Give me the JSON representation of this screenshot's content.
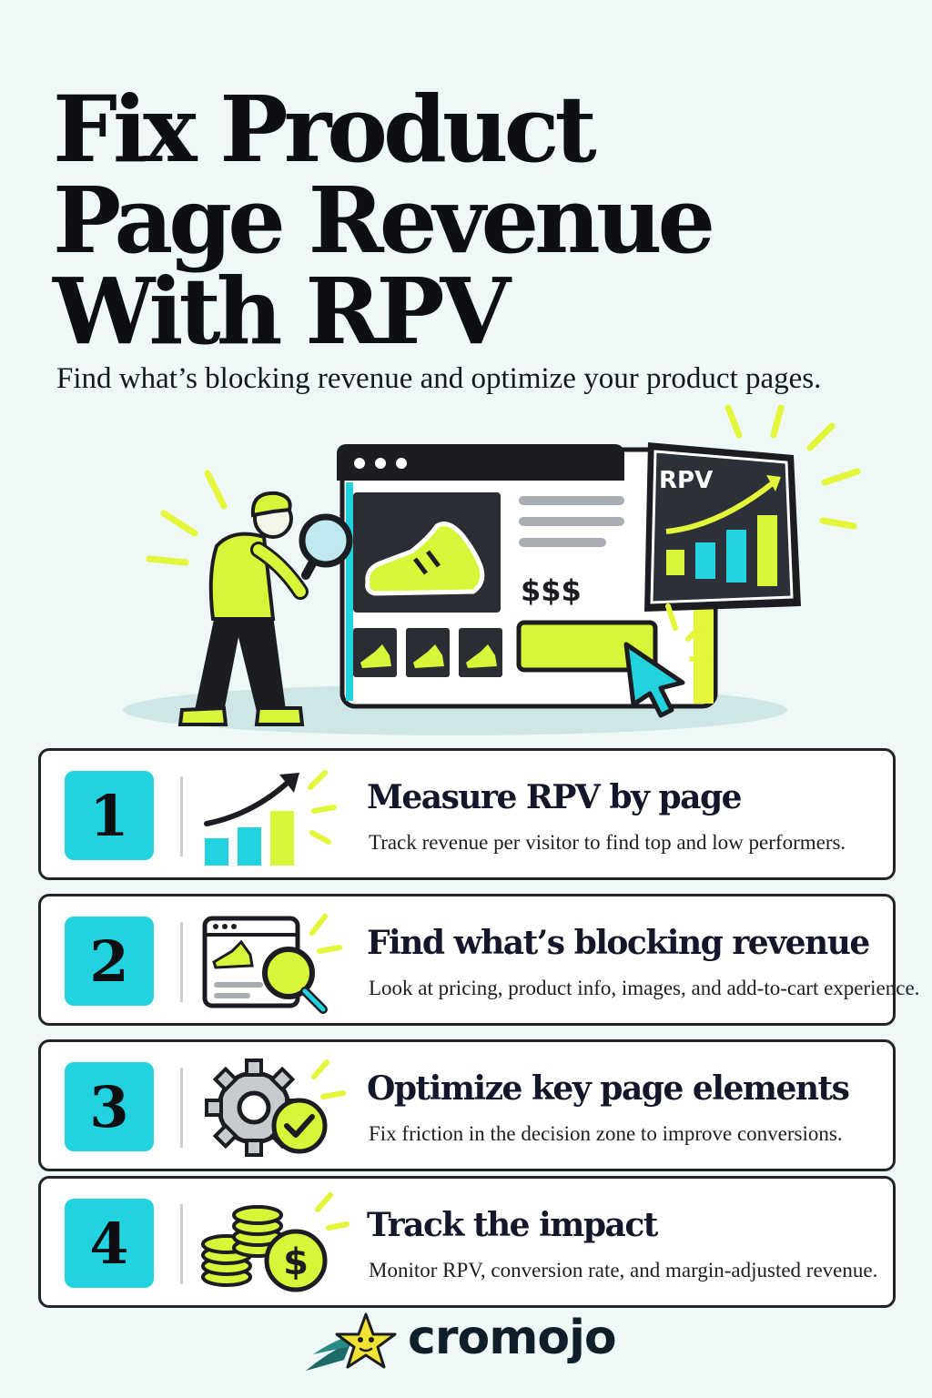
{
  "title_lines": [
    "Fix Product",
    "Page Revenue",
    "With RPV"
  ],
  "subtitle": "Find what’s blocking revenue and optimize your product pages.",
  "hero": {
    "price_label": "$$$",
    "chart_label": "RPV"
  },
  "steps": [
    {
      "number": "1",
      "title": "Measure RPV by page",
      "description": "Track revenue per visitor to find top and low performers.",
      "icon": "bar-chart-growth-icon"
    },
    {
      "number": "2",
      "title": "Find what’s blocking revenue",
      "description": "Look at pricing, product info, images, and add-to-cart experience.",
      "icon": "page-search-icon"
    },
    {
      "number": "3",
      "title": "Optimize key page elements",
      "description": "Fix friction in the decision zone to improve conversions.",
      "icon": "gear-check-icon"
    },
    {
      "number": "4",
      "title": "Track the impact",
      "description": "Monitor RPV, conversion rate, and margin-adjusted revenue.",
      "icon": "coins-dollar-icon"
    }
  ],
  "brand": {
    "name": "cromojo"
  },
  "colors": {
    "accent_lime": "#d9f53a",
    "accent_cyan": "#22d3df",
    "ink": "#121418",
    "background": "#eef8f6"
  }
}
